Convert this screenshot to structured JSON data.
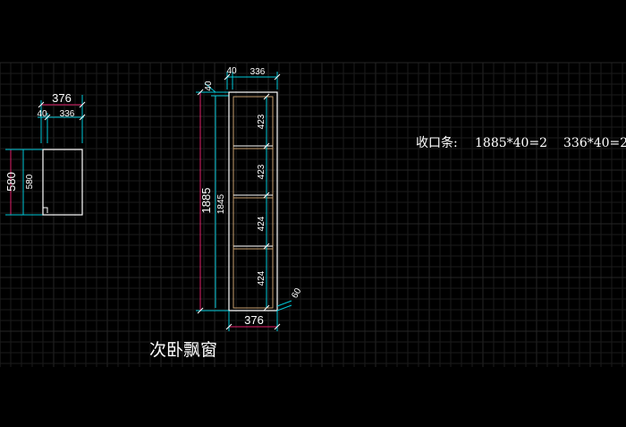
{
  "colors": {
    "background": "#000000",
    "grid_minor": "#1b1b1b",
    "grid_major": "#262626",
    "dimension_line": "#e0206a",
    "extension_line": "#00c8d8",
    "object_line": "#ffffff",
    "frame_inner": "#c8a070",
    "text": "#ffffff"
  },
  "small_view": {
    "dims": {
      "total_width": "376",
      "side_thickness": "40",
      "inner_width": "336",
      "height_outer": "580",
      "height_inner": "580"
    }
  },
  "main_view": {
    "dims": {
      "top_side": "40",
      "top_inner": "336",
      "top_gap": "40",
      "total_height": "1885",
      "inner_height": "1845",
      "bottom_width": "376",
      "bottom_gap": "60"
    },
    "shelf_spacings": [
      "423",
      "423",
      "424",
      "424"
    ],
    "title": "次卧飘窗"
  },
  "note": {
    "label": "收口条:",
    "item1": "1885*40=2",
    "item2": "336*40=2"
  }
}
